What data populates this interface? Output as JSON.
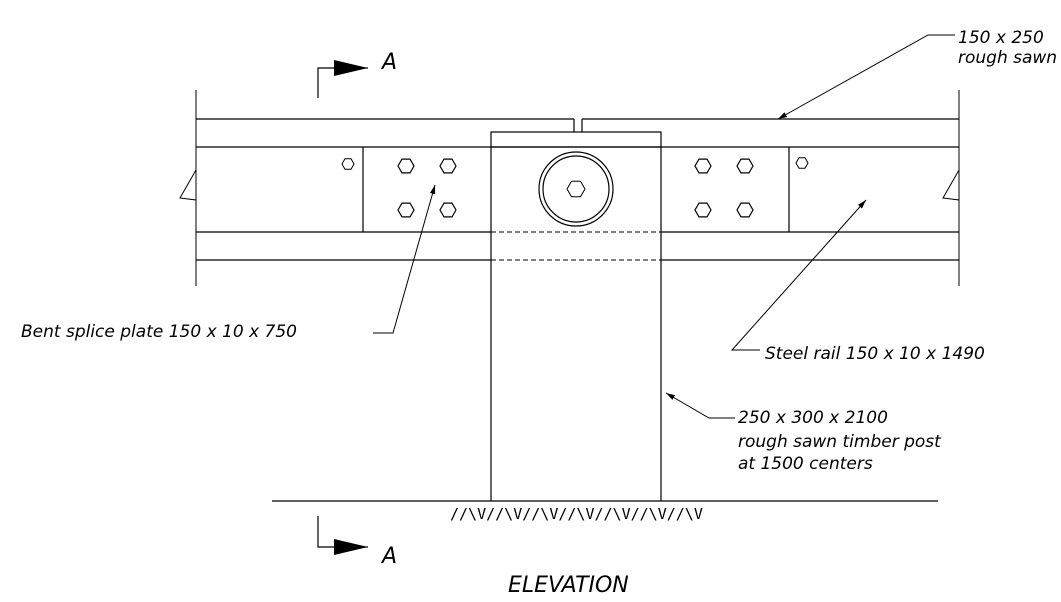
{
  "labels": {
    "top_rail_line1": "150 x 250",
    "top_rail_line2": "rough sawn",
    "splice_plate": "Bent splice plate 150 x 10 x 750",
    "steel_rail": "Steel rail 150 x 10 x 1490",
    "post_line1": "250 x 300 x 2100",
    "post_line2": "rough sawn timber post",
    "post_line3": "at 1500 centers",
    "section_top": "A",
    "section_bottom": "A",
    "view_title": "ELEVATION"
  },
  "ground_hatch": "//\\V//\\V//\\V//\\V//\\V//\\V//\\V"
}
